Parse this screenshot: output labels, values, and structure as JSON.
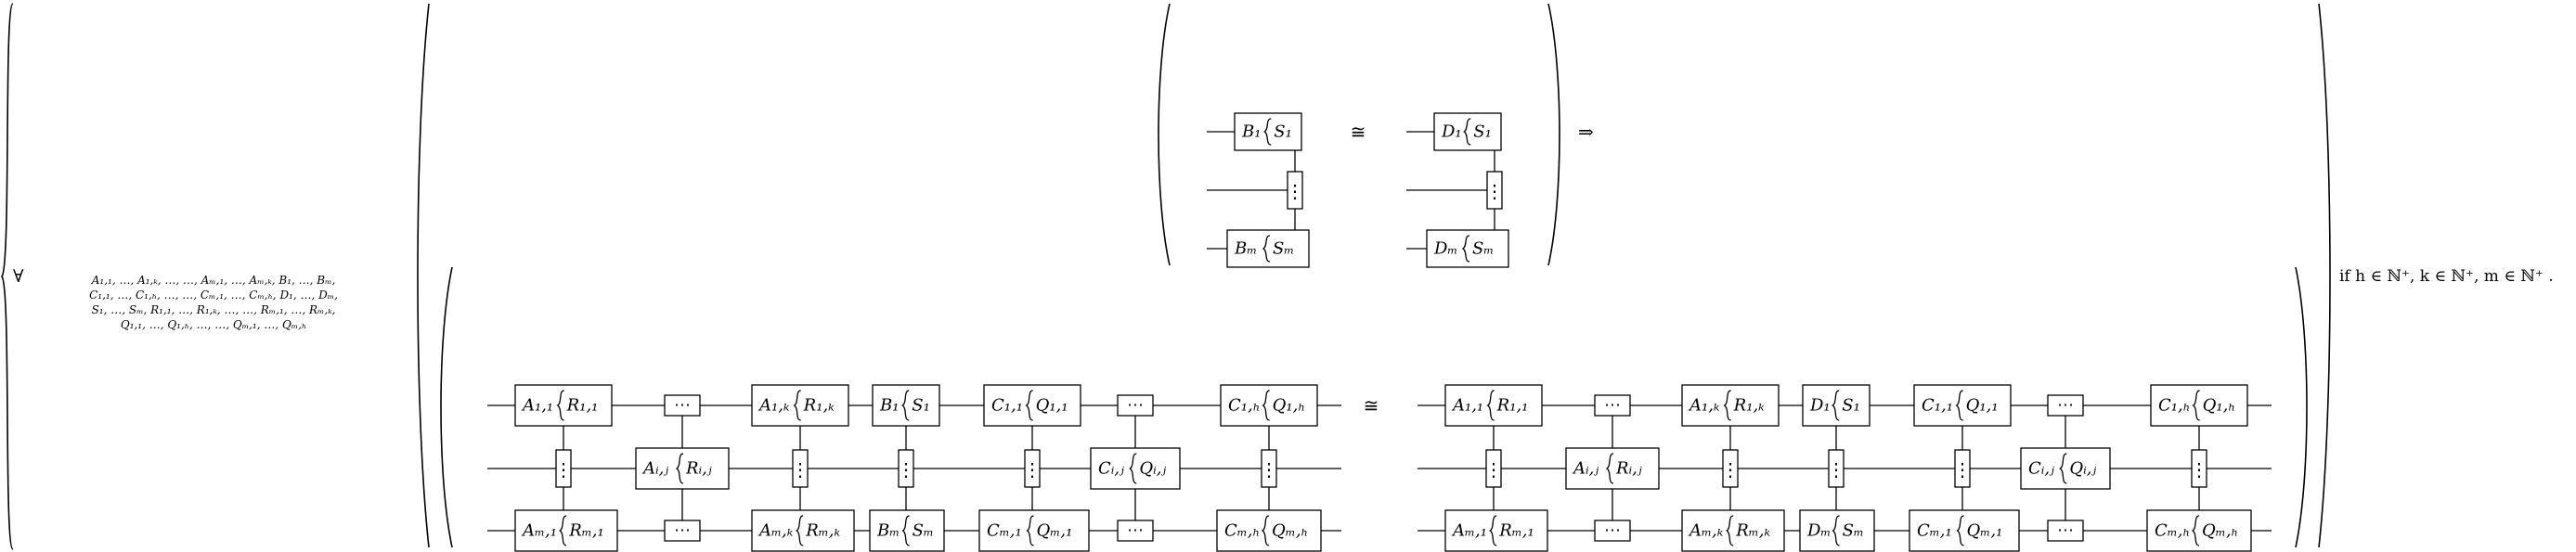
{
  "quantifier": {
    "symbol": "∀",
    "vars_line1": "A₁,₁, …, A₁,ₖ, …, …, Aₘ,₁, …, Aₘ,ₖ, B₁, …, Bₘ,",
    "vars_line2": "C₁,₁, …, C₁,ₕ, …, …, Cₘ,₁, …, Cₘ,ₕ, D₁, …, Dₘ,",
    "vars_line3": "S₁, …, Sₘ, R₁,₁, …, R₁,ₖ, …, …, Rₘ,₁, …, Rₘ,ₖ,",
    "vars_line4": "Q₁,₁, …, Q₁,ₕ, …, …, Qₘ,₁, …, Qₘ,ₕ"
  },
  "symbols": {
    "iso": "≅",
    "implies": "⇒",
    "vdots": "⋮",
    "cdots": "⋯"
  },
  "condition": "if h ∈ ℕ⁺, k ∈ ℕ⁺, m ∈ ℕ⁺ .",
  "premise": {
    "left": {
      "top_box": "B₁",
      "top_tag": "S₁",
      "bottom_box": "Bₘ",
      "bottom_tag": "Sₘ"
    },
    "right": {
      "top_box": "D₁",
      "top_tag": "S₁",
      "bottom_box": "Dₘ",
      "bottom_tag": "Sₘ"
    }
  },
  "conclusion": {
    "left": {
      "top": [
        {
          "box": "A₁,₁",
          "tag": "R₁,₁"
        },
        {
          "box": "A₁,ₖ",
          "tag": "R₁,ₖ"
        },
        {
          "box": "B₁",
          "tag": "S₁"
        },
        {
          "box": "C₁,₁",
          "tag": "Q₁,₁"
        },
        {
          "box": "C₁,ₕ",
          "tag": "Q₁,ₕ"
        }
      ],
      "mid": [
        {
          "box": "Aᵢ,ⱼ",
          "tag": "Rᵢ,ⱼ"
        },
        {
          "box": "Cᵢ,ⱼ",
          "tag": "Qᵢ,ⱼ"
        }
      ],
      "bottom": [
        {
          "box": "Aₘ,₁",
          "tag": "Rₘ,₁"
        },
        {
          "box": "Aₘ,ₖ",
          "tag": "Rₘ,ₖ"
        },
        {
          "box": "Bₘ",
          "tag": "Sₘ"
        },
        {
          "box": "Cₘ,₁",
          "tag": "Qₘ,₁"
        },
        {
          "box": "Cₘ,ₕ",
          "tag": "Qₘ,ₕ"
        }
      ]
    },
    "right": {
      "top": [
        {
          "box": "A₁,₁",
          "tag": "R₁,₁"
        },
        {
          "box": "A₁,ₖ",
          "tag": "R₁,ₖ"
        },
        {
          "box": "D₁",
          "tag": "S₁"
        },
        {
          "box": "C₁,₁",
          "tag": "Q₁,₁"
        },
        {
          "box": "C₁,ₕ",
          "tag": "Q₁,ₕ"
        }
      ],
      "mid": [
        {
          "box": "Aᵢ,ⱼ",
          "tag": "Rᵢ,ⱼ"
        },
        {
          "box": "Cᵢ,ⱼ",
          "tag": "Qᵢ,ⱼ"
        }
      ],
      "bottom": [
        {
          "box": "Aₘ,₁",
          "tag": "Rₘ,₁"
        },
        {
          "box": "Aₘ,ₖ",
          "tag": "Rₘ,ₖ"
        },
        {
          "box": "Dₘ",
          "tag": "Sₘ"
        },
        {
          "box": "Cₘ,₁",
          "tag": "Qₘ,₁"
        },
        {
          "box": "Cₘ,ₕ",
          "tag": "Qₘ,ₕ"
        }
      ]
    }
  }
}
